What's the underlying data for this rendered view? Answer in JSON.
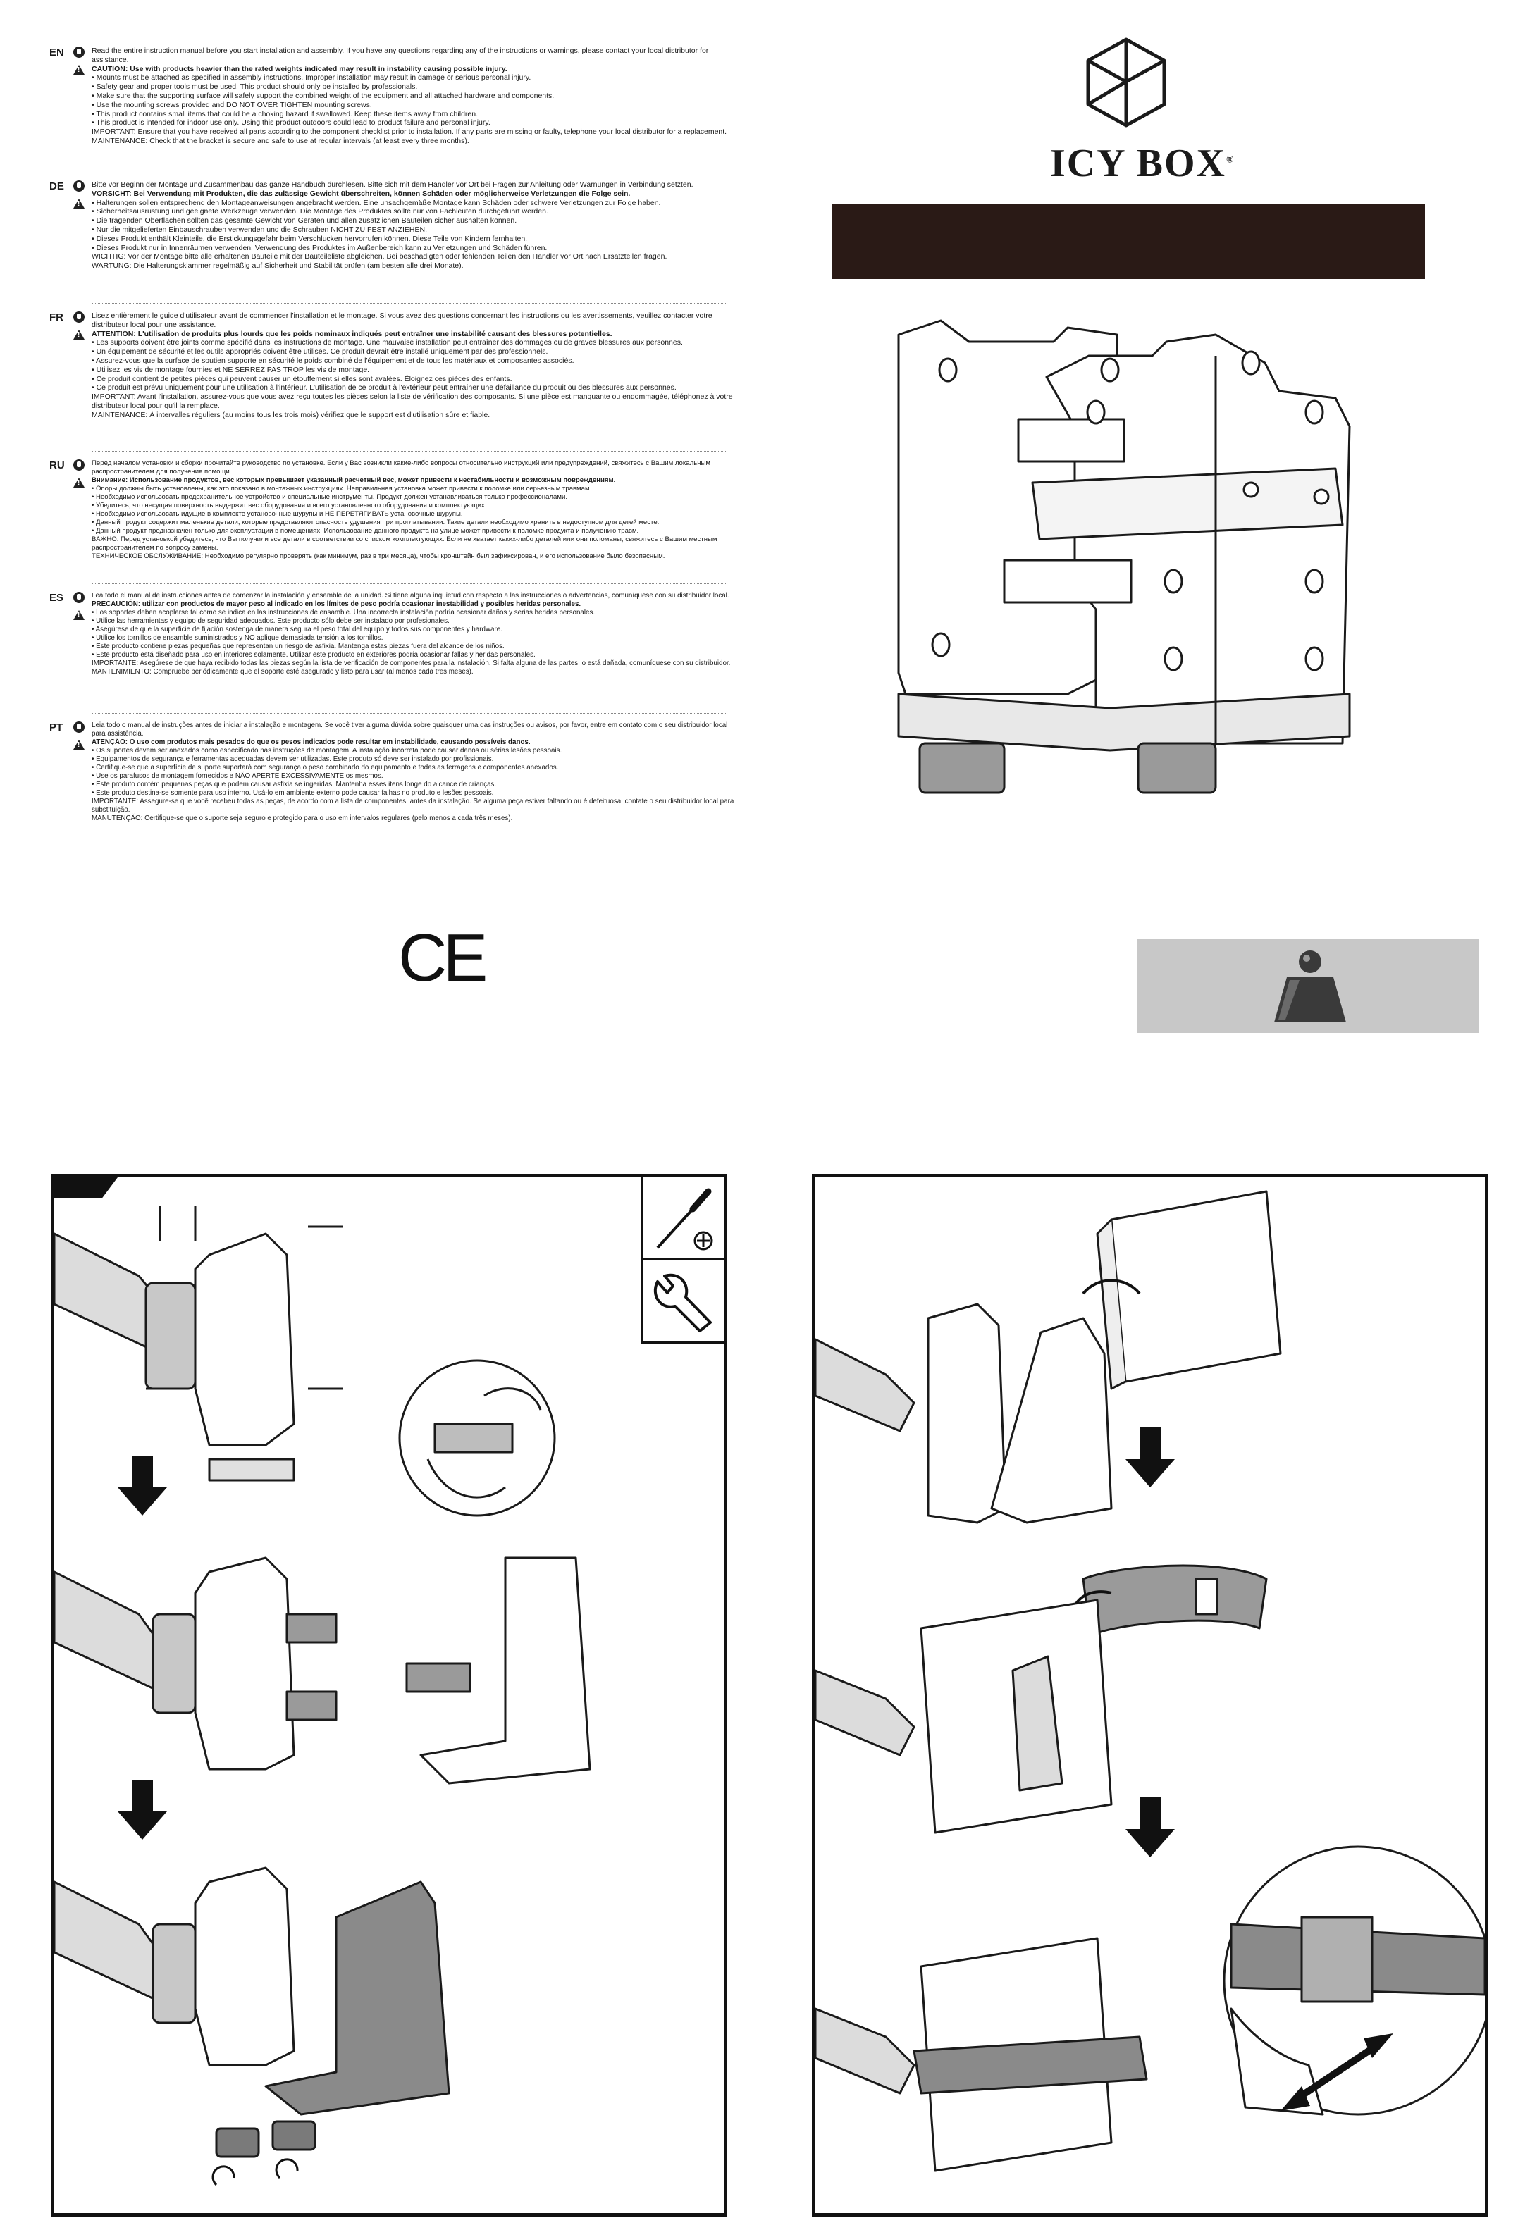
{
  "brand": {
    "name": "ICY BOX",
    "reg": "®"
  },
  "ce_mark": "CE",
  "languages": [
    {
      "code": "EN",
      "lines": [
        "Read the entire instruction manual before you start installation and assembly. If you have any questions regarding any of the instructions or warnings, please contact your local distributor for assistance.",
        "CAUTION: Use with products heavier than the rated weights indicated may result in instability causing possible injury.",
        "• Mounts must be attached as specified in assembly instructions. Improper installation may result in damage or serious personal injury.",
        "• Safety gear and proper tools must be used. This product should only be installed by professionals.",
        "• Make sure that the supporting surface will safely support the combined weight of the equipment and all attached hardware and components.",
        "• Use the mounting screws provided and DO NOT OVER TIGHTEN mounting screws.",
        "• This product contains small items that could be a choking hazard if swallowed. Keep these items away from children.",
        "• This product is intended for indoor use only. Using this product outdoors could lead to product failure and personal injury.",
        "IMPORTANT: Ensure that you have received all parts according to the component checklist prior to installation. If any parts are missing or faulty, telephone your local distributor for a replacement.",
        "MAINTENANCE: Check that the bracket is secure and safe to use at regular intervals (at least every three months)."
      ]
    },
    {
      "code": "DE",
      "lines": [
        "Bitte vor Beginn der Montage und Zusammenbau das ganze Handbuch durchlesen. Bitte sich mit dem Händler vor Ort bei Fragen zur Anleitung oder Warnungen in Verbindung setzten.",
        "VORSICHT: Bei Verwendung mit Produkten, die das zulässige Gewicht überschreiten, können Schäden oder möglicherweise Verletzungen die Folge sein.",
        "• Halterungen sollen entsprechend den Montageanweisungen angebracht werden. Eine unsachgemäße Montage kann Schäden oder schwere Verletzungen zur Folge haben.",
        "• Sicherheitsausrüstung und geeignete Werkzeuge verwenden. Die Montage des Produktes sollte nur von Fachleuten durchgeführt werden.",
        "• Die tragenden Oberflächen sollten das gesamte Gewicht von Geräten und allen zusätzlichen Bauteilen sicher aushalten können.",
        "• Nur die mitgelieferten Einbauschrauben verwenden und die Schrauben NICHT ZU FEST ANZIEHEN.",
        "• Dieses Produkt enthält Kleinteile, die Erstickungsgefahr beim Verschlucken hervorrufen können. Diese Teile von Kindern fernhalten.",
        "• Dieses Produkt nur in Innenräumen verwenden. Verwendung des Produktes im Außenbereich kann zu Verletzungen und Schäden führen.",
        "WICHTIG: Vor der Montage bitte alle erhaltenen Bauteile mit der Bauteileliste abgleichen. Bei beschädigten oder fehlenden Teilen den Händler vor Ort nach Ersatzteilen fragen.",
        "WARTUNG: Die Halterungsklammer regelmäßig auf Sicherheit und Stabilität prüfen (am besten alle drei Monate)."
      ]
    },
    {
      "code": "FR",
      "lines": [
        "Lisez entièrement le guide d'utilisateur avant de commencer l'installation et le montage. Si vous avez des questions concernant les instructions ou les avertissements, veuillez contacter votre distributeur local pour une assistance.",
        "ATTENTION: L'utilisation de produits plus lourds que les poids nominaux indiqués peut entraîner une instabilité causant des blessures potentielles.",
        "• Les supports doivent être joints comme spécifié dans les instructions de montage. Une mauvaise installation peut entraîner des dommages ou de graves blessures aux personnes.",
        "• Un équipement de sécurité et les outils appropriés doivent être utilisés. Ce produit devrait être installé uniquement par des professionnels.",
        "• Assurez-vous que la surface de soutien supporte en sécurité le poids combiné de l'équipement et de tous les matériaux et composantes associés.",
        "• Utilisez les vis de montage fournies et NE SERREZ PAS TROP les vis de montage.",
        "• Ce produit contient de petites pièces qui peuvent causer un étouffement si elles sont avalées. Éloignez ces pièces des enfants.",
        "• Ce produit est prévu uniquement pour une utilisation à l'intérieur. L'utilisation de ce produit à l'extérieur peut entraîner une défaillance du produit ou des blessures aux personnes.",
        "IMPORTANT: Avant l'installation, assurez-vous que vous avez reçu toutes les pièces selon la liste de vérification des composants. Si une pièce est manquante ou endommagée, téléphonez à votre distributeur local pour qu'il la remplace.",
        "MAINTENANCE: À intervalles réguliers (au moins tous les trois mois) vérifiez que le support est d'utilisation sûre et fiable."
      ]
    },
    {
      "code": "RU",
      "lines": [
        "Перед началом установки и сборки прочитайте руководство по установке. Если у Вас возникли какие-либо вопросы относительно инструкций или предупреждений, свяжитесь с Вашим локальным распространителем для получения помощи.",
        "Внимание: Использование продуктов, вес которых превышает указанный расчетный вес, может привести к нестабильности и возможным повреждениям.",
        "• Опоры должны быть установлены, как это показано в монтажных инструкциях. Неправильная установка может привести к поломке или серьезным травмам.",
        "• Необходимо использовать предохранительное устройство и специальные инструменты. Продукт должен устанавливаться только профессионалами.",
        "• Убедитесь, что несущая поверхность выдержит вес оборудования и всего установленного оборудования и комплектующих.",
        "• Необходимо использовать идущие в комплекте установочные шурупы и НЕ ПЕРЕТЯГИВАТЬ установочные шурупы.",
        "• Данный продукт содержит маленькие детали, которые представляют опасность удушения при проглатывании. Такие детали необходимо хранить в недоступном для детей месте.",
        "• Данный продукт предназначен только для эксплуатации в помещениях. Использование данного продукта на улице может привести к поломке продукта и получению травм.",
        "ВАЖНО: Перед установкой убедитесь, что Вы получили все детали в соответствии со списком комплектующих. Если не хватает каких-либо деталей или они поломаны, свяжитесь с Вашим местным распространителем по вопросу замены.",
        "ТЕХНИЧЕСКОЕ ОБСЛУЖИВАНИЕ: Необходимо регулярно проверять (как минимум, раз в три месяца), чтобы кронштейн был зафиксирован, и его использование было безопасным."
      ]
    },
    {
      "code": "ES",
      "lines": [
        "Lea todo el manual de instrucciones antes de comenzar la instalación y ensamble de la unidad. Si tiene alguna inquietud con respecto a las instrucciones o advertencias, comuníquese con su distribuidor local.",
        "PRECAUCIÓN: utilizar con productos de mayor peso al indicado en los límites de peso podría ocasionar inestabilidad y posibles heridas personales.",
        "• Los soportes deben acoplarse tal como se indica en las instrucciones de ensamble. Una incorrecta instalación podría ocasionar daños y serias heridas personales.",
        "• Utilice las herramientas y equipo de seguridad adecuados. Este producto sólo debe ser instalado por profesionales.",
        "• Asegúrese de que la superficie de fijación sostenga de manera segura el peso total del equipo y todos sus componentes y hardware.",
        "• Utilice los tornillos de ensamble suministrados y NO aplique demasiada tensión a los tornillos.",
        "• Este producto contiene piezas pequeñas que representan un riesgo de asfixia. Mantenga estas piezas fuera del alcance de los niños.",
        "• Este producto está diseñado para uso en interiores solamente. Utilizar este producto en exteriores podría ocasionar fallas y heridas personales.",
        "IMPORTANTE: Asegúrese de que haya recibido todas las piezas según la lista de verificación de componentes para la instalación. Si falta alguna de las partes, o está dañada, comuníquese con su distribuidor.",
        "MANTENIMIENTO: Compruebe periódicamente que el soporte esté asegurado y listo para usar (al menos cada tres meses)."
      ]
    },
    {
      "code": "PT",
      "lines": [
        "Leia todo o manual de instruções antes de iniciar a instalação e montagem. Se você tiver alguma dúvida sobre quaisquer uma das instruções ou avisos, por favor, entre em contato com o seu distribuidor local para assistência.",
        "ATENÇÃO: O uso com produtos mais pesados do que os pesos indicados pode resultar em instabilidade, causando possíveis danos.",
        "• Os suportes devem ser anexados como especificado nas instruções de montagem. A instalação incorreta pode causar danos ou sérias lesões pessoais.",
        "• Equipamentos de segurança e ferramentas adequadas devem ser utilizadas. Este produto só deve ser instalado por profissionais.",
        "• Certifique-se que a superfície de suporte suportará com segurança o peso combinado do equipamento e todas as ferragens e componentes anexados.",
        "• Use os parafusos de montagem fornecidos e NÃO APERTE EXCESSIVAMENTE os mesmos.",
        "• Este produto contém pequenas peças que podem causar asfixia se ingeridas. Mantenha esses itens longe do alcance de crianças.",
        "• Este produto destina-se somente para uso interno. Usá-lo em ambiente externo pode causar falhas no produto e lesões pessoais.",
        "IMPORTANTE: Assegure-se que você recebeu todas as peças, de acordo com a lista de componentes, antes da instalação. Se alguma peça estiver faltando ou é defeituosa, contate o seu distribuidor local para substituição.",
        "MANUTENÇÃO: Certifique-se que o suporte seja seguro e protegido para o uso em intervalos regulares (pelo menos a cada três meses)."
      ]
    }
  ]
}
